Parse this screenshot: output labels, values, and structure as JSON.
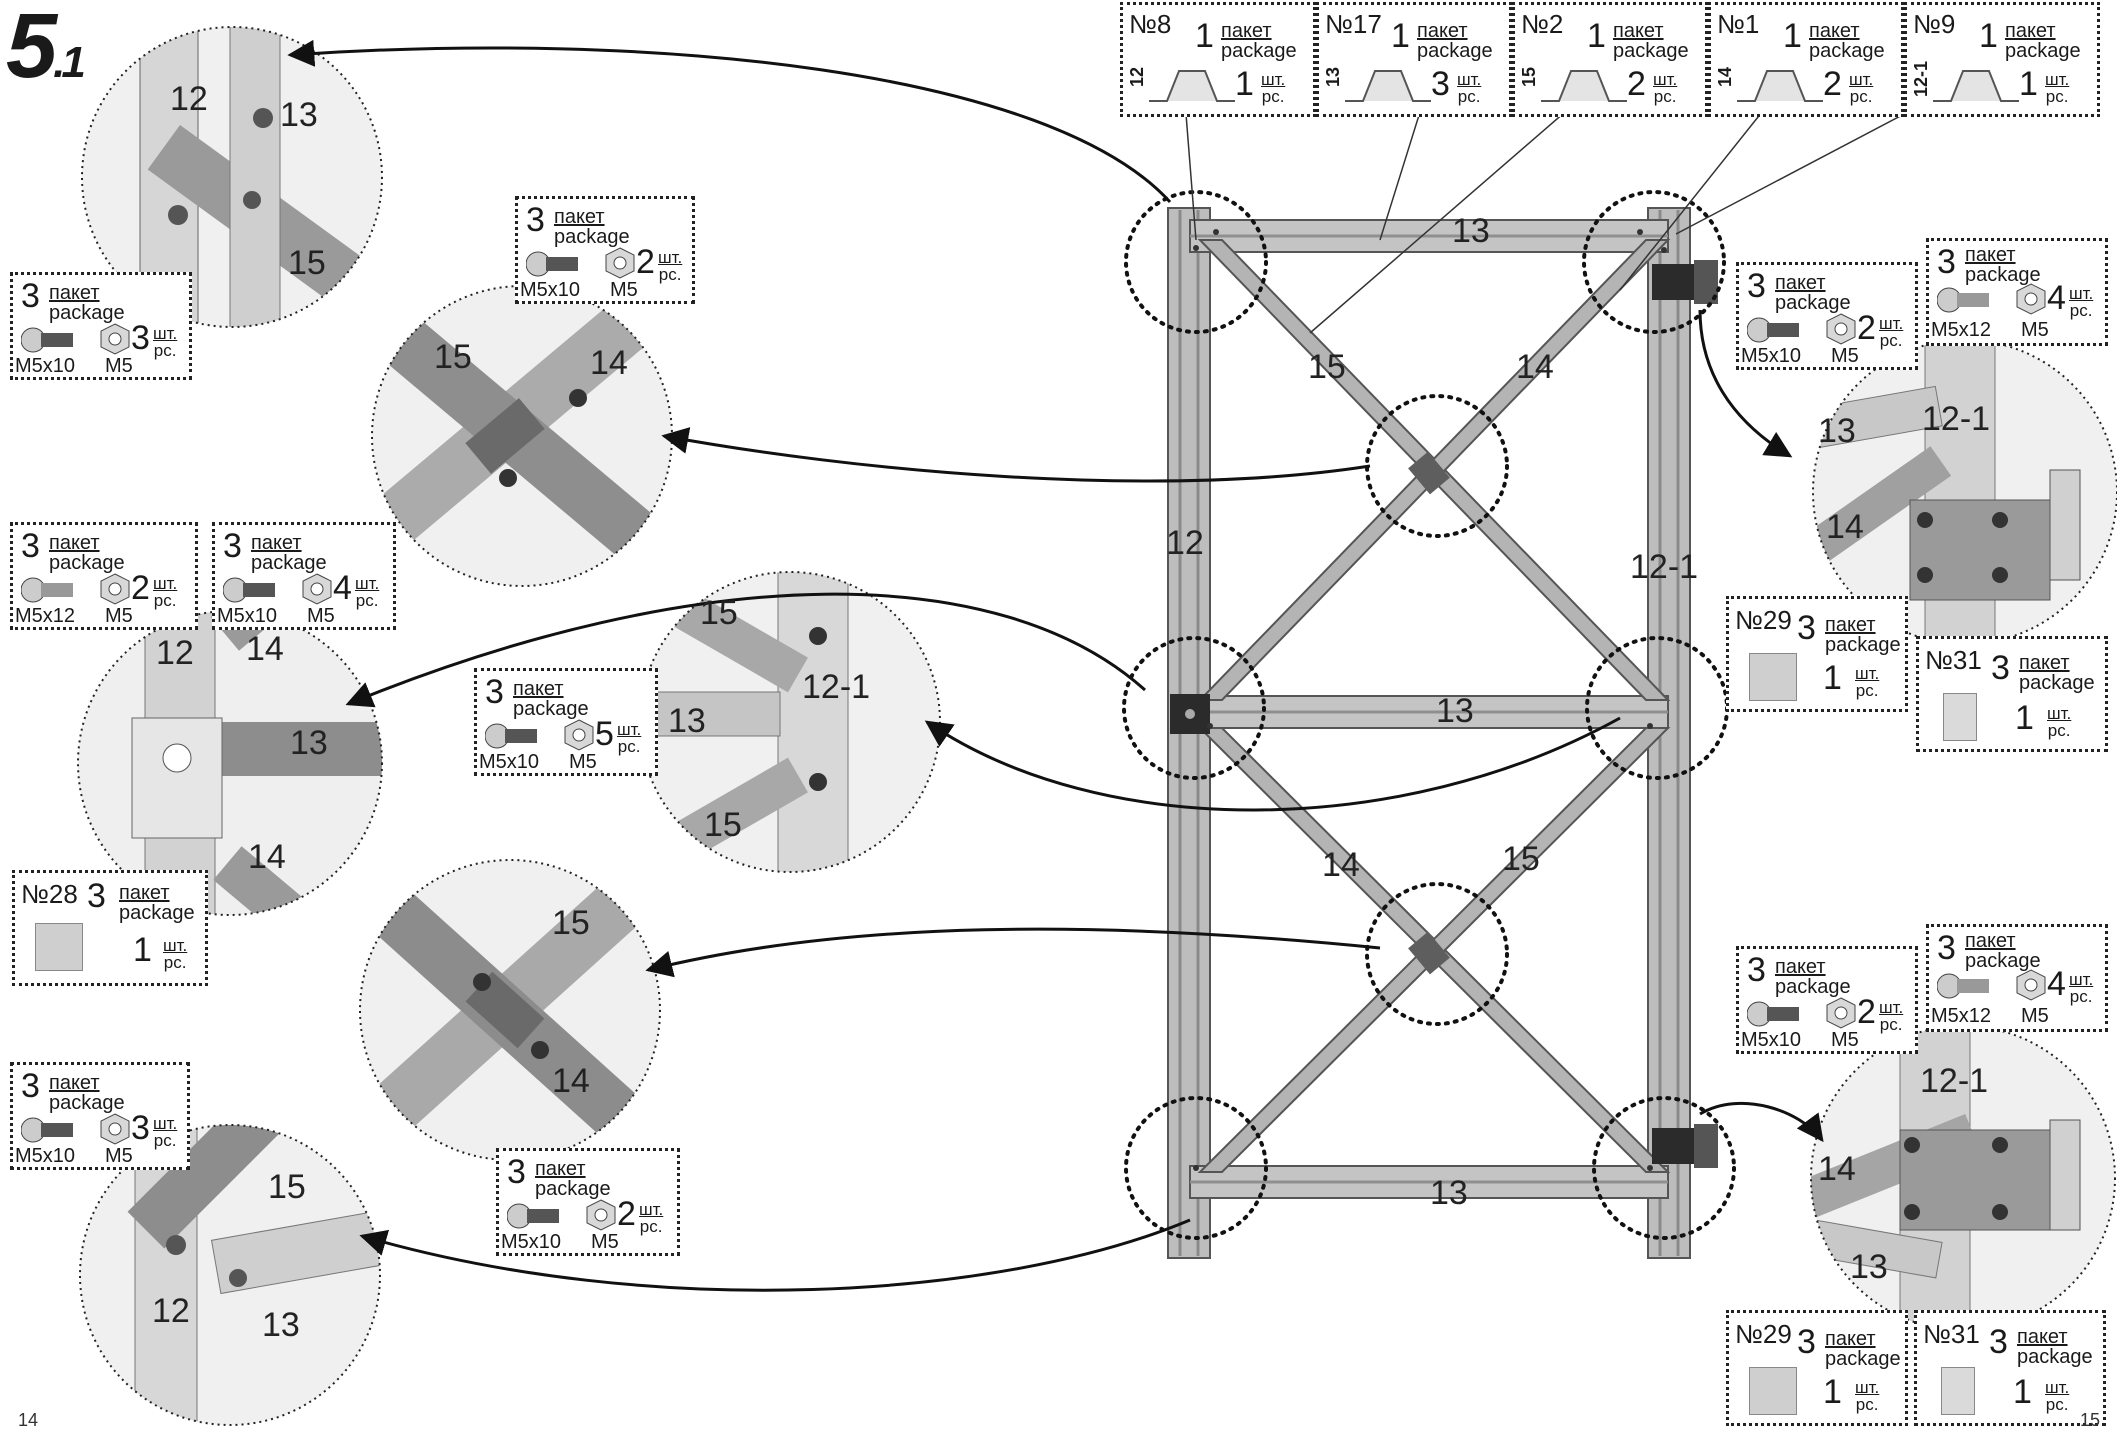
{
  "step": {
    "number": "5",
    "sub": ".1"
  },
  "page_numbers": {
    "left": "14",
    "right": "15"
  },
  "units": {
    "package_ru": "пакет",
    "package_en": "package",
    "pcs_ru": "шт.",
    "pcs_en": "pc."
  },
  "top_packages": [
    {
      "no": "№8",
      "code": "12",
      "qty": "1",
      "count": "1"
    },
    {
      "no": "№17",
      "code": "13",
      "qty": "1",
      "count": "3"
    },
    {
      "no": "№2",
      "code": "15",
      "qty": "1",
      "count": "2"
    },
    {
      "no": "№1",
      "code": "14",
      "qty": "1",
      "count": "2"
    },
    {
      "no": "№9",
      "code": "12-1",
      "qty": "1",
      "count": "1"
    }
  ],
  "fastener_packages": [
    {
      "id": "tl",
      "qty": "3",
      "items": [
        {
          "label": "M5x10",
          "count": "3"
        }
      ],
      "nut": "M5"
    },
    {
      "id": "cross1",
      "qty": "3",
      "items": [
        {
          "label": "M5x10",
          "count": "2"
        }
      ],
      "nut": "M5"
    },
    {
      "id": "mid-left-a",
      "qty": "3",
      "items": [
        {
          "label": "M5x12",
          "count": "2"
        }
      ],
      "nut": "M5"
    },
    {
      "id": "mid-left-b",
      "qty": "3",
      "items": [
        {
          "label": "M5x10",
          "count": "4"
        }
      ],
      "nut": "M5"
    },
    {
      "id": "mid-right",
      "qty": "3",
      "items": [
        {
          "label": "M5x10",
          "count": "5"
        }
      ],
      "nut": "M5"
    },
    {
      "id": "bl",
      "qty": "3",
      "items": [
        {
          "label": "M5x10",
          "count": "3"
        }
      ],
      "nut": "M5"
    },
    {
      "id": "cross2",
      "qty": "3",
      "items": [
        {
          "label": "M5x10",
          "count": "2"
        }
      ],
      "nut": "M5"
    },
    {
      "id": "tr-a",
      "qty": "3",
      "items": [
        {
          "label": "M5x10",
          "count": "2"
        }
      ],
      "nut": "M5"
    },
    {
      "id": "tr-b",
      "qty": "3",
      "items": [
        {
          "label": "M5x12",
          "count": "4"
        }
      ],
      "nut": "M5"
    },
    {
      "id": "br-a",
      "qty": "3",
      "items": [
        {
          "label": "M5x10",
          "count": "2"
        }
      ],
      "nut": "M5"
    },
    {
      "id": "br-b",
      "qty": "3",
      "items": [
        {
          "label": "M5x12",
          "count": "4"
        }
      ],
      "nut": "M5"
    }
  ],
  "plate_packages": [
    {
      "id": "p28",
      "no": "№28",
      "qty": "3",
      "count": "1"
    },
    {
      "id": "p29a",
      "no": "№29",
      "qty": "3",
      "count": "1"
    },
    {
      "id": "p31a",
      "no": "№31",
      "qty": "3",
      "count": "1"
    },
    {
      "id": "p29b",
      "no": "№29",
      "qty": "3",
      "count": "1"
    },
    {
      "id": "p31b",
      "no": "№31",
      "qty": "3",
      "count": "1"
    }
  ],
  "frame_labels": {
    "top": "13",
    "middle": "13",
    "bottom": "13",
    "left": "12",
    "right": "12-1",
    "upper_diag_a": "15",
    "upper_diag_b": "14",
    "lower_diag_a": "14",
    "lower_diag_b": "15"
  },
  "detail_labels": {
    "tl": [
      "12",
      "13",
      "15"
    ],
    "cross1": [
      "15",
      "14"
    ],
    "ml": [
      "12",
      "14",
      "13",
      "14"
    ],
    "mr": [
      "15",
      "12-1",
      "13",
      "15"
    ],
    "cross2": [
      "15",
      "14"
    ],
    "bl": [
      "15",
      "12",
      "13"
    ],
    "tr": [
      "13",
      "12-1",
      "14"
    ],
    "br": [
      "12-1",
      "14",
      "13"
    ]
  },
  "colors": {
    "frame": "#b9b9b9",
    "frame_dark": "#8a8a8a",
    "ink": "#1a1a1a",
    "hinge": "#2b2b2b"
  }
}
